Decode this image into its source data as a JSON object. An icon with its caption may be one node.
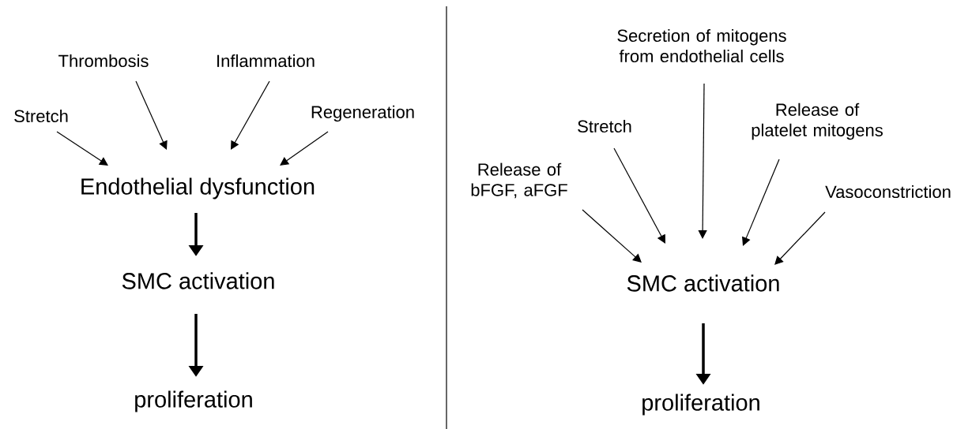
{
  "diagram": {
    "nodes": [
      {
        "text": [
          "Stretch"
        ]
      },
      {
        "text": [
          "Thrombosis"
        ]
      },
      {
        "text": [
          "Inflammation"
        ]
      },
      {
        "text": [
          "Regeneration"
        ]
      },
      {
        "text": [
          "Endothelial dysfunction"
        ]
      },
      {
        "text": [
          "SMC activation"
        ]
      },
      {
        "text": [
          "proliferation"
        ]
      },
      {
        "text": [
          "Secretion of mitogens from endothelial cells"
        ]
      },
      {
        "text": [
          "Release of platelet mitogens"
        ]
      },
      {
        "text": [
          "Stretch"
        ]
      },
      {
        "text": [
          "Release of bFGF, aFGF"
        ]
      },
      {
        "text": [
          "Vasoconstriction"
        ]
      },
      {
        "text": [
          "SMC activation"
        ]
      },
      {
        "text": [
          "proliferation"
        ]
      }
    ],
    "edges": [
      {
        "from": 0,
        "to": 4,
        "arrow": "to"
      },
      {
        "from": 1,
        "to": 4,
        "arrow": "to"
      },
      {
        "from": 2,
        "to": 4,
        "arrow": "to"
      },
      {
        "from": 3,
        "to": 4,
        "arrow": "to"
      },
      {
        "from": 4,
        "to": 5,
        "arrow": "to",
        "style": "thick"
      },
      {
        "from": 5,
        "to": 6,
        "arrow": "to",
        "style": "thick"
      },
      {
        "from": 7,
        "to": 12,
        "arrow": "to"
      },
      {
        "from": 8,
        "to": 12,
        "arrow": "to"
      },
      {
        "from": 9,
        "to": 12,
        "arrow": "to"
      },
      {
        "from": 10,
        "to": 12,
        "arrow": "to"
      },
      {
        "from": 11,
        "to": 12,
        "arrow": "to"
      },
      {
        "from": 12,
        "to": 13,
        "arrow": "to",
        "style": "thick"
      }
    ]
  }
}
